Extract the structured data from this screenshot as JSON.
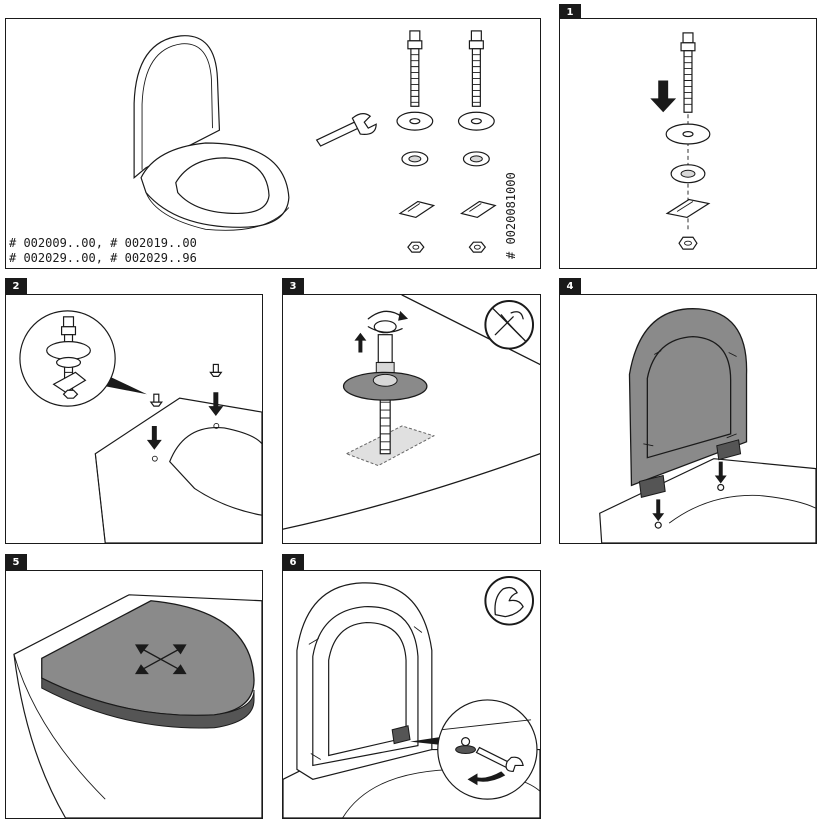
{
  "steps": [
    {
      "number": "1"
    },
    {
      "number": "2"
    },
    {
      "number": "3"
    },
    {
      "number": "4"
    },
    {
      "number": "5"
    },
    {
      "number": "6"
    }
  ],
  "overview": {
    "article_numbers": [
      "# 002009..00, # 002019..00",
      "# 002029..00, # 002029..96"
    ],
    "kit_number": "# 0020081000"
  },
  "colors": {
    "line": "#1a1a1a",
    "seat_gray": "#8a8a8a",
    "background": "#ffffff"
  },
  "icons": [
    "no-tools-icon",
    "hand-tighten-icon",
    "down-arrow-icon",
    "rotate-arrow-icon",
    "wrench-icon",
    "push-arrows-icon"
  ]
}
